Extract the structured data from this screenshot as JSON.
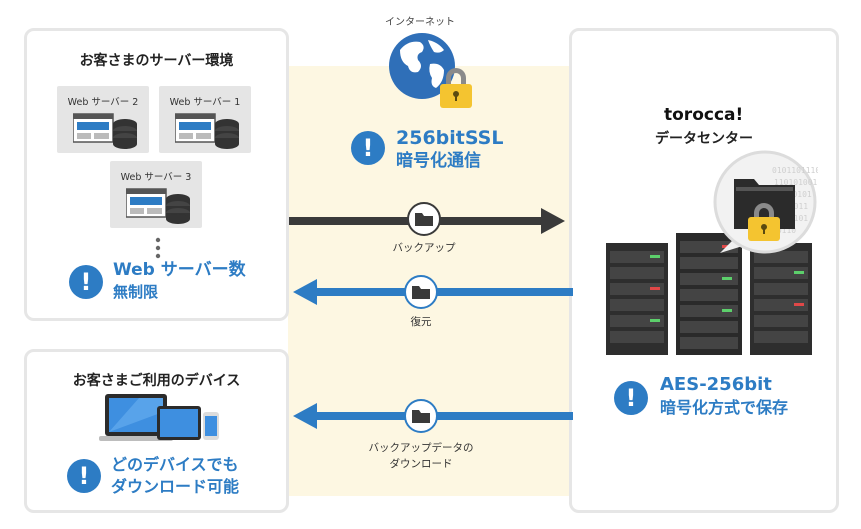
{
  "internet": {
    "label": "インターネット",
    "ssl_line1": "256bitSSL",
    "ssl_line2": "暗号化通信"
  },
  "server_panel": {
    "title": "お客さまのサーバー環境",
    "servers": [
      "Web サーバー 2",
      "Web サーバー 1",
      "Web サーバー 3"
    ],
    "feature_line1": "Web サーバー数",
    "feature_line2": "無制限"
  },
  "device_panel": {
    "title": "お客さまご利用のデバイス",
    "feature_line1": "どのデバイスでも",
    "feature_line2": "ダウンロード可能"
  },
  "datacenter_panel": {
    "brand": "torocca!",
    "title": "データセンター",
    "feature_line1": "AES-256bit",
    "feature_line2": "暗号化方式で保存"
  },
  "flows": [
    {
      "label": "バックアップ",
      "direction": "right"
    },
    {
      "label": "復元",
      "direction": "left"
    },
    {
      "label_line1": "バックアップデータの",
      "label_line2": "ダウンロード",
      "direction": "left"
    }
  ],
  "colors": {
    "accent": "#2d7cc4",
    "dark_arrow": "#3a3a3a",
    "band": "#fdf7e2",
    "border": "#e6e6e6"
  },
  "exclamation": "!"
}
